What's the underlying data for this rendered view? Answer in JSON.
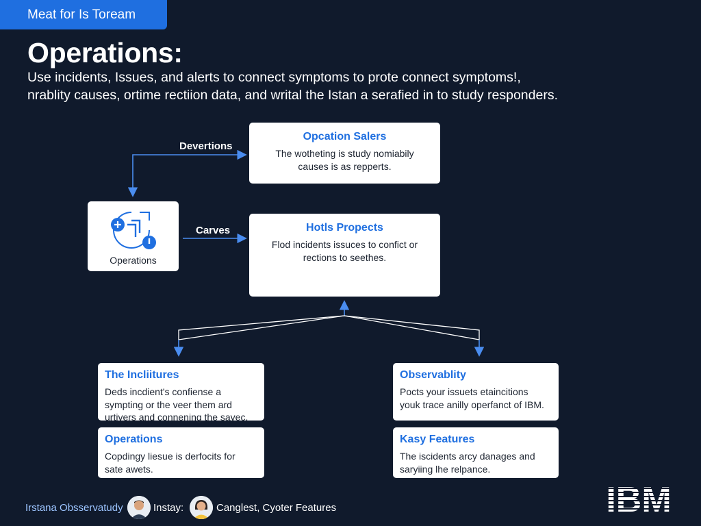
{
  "header": {
    "tag": "Meat for Is Toream",
    "title": "Operations:",
    "subtitle_line1": "Use incidents, Issues, and alerts to connect symptoms to prote connect symptoms!,",
    "subtitle_line2": "nrablity causes, ortime rectiion data, and writal the Istan a serafied in to study responders."
  },
  "diagram": {
    "source_node": {
      "label": "Operations",
      "icon": "operations-icon"
    },
    "edge_labels": {
      "top": "Devertions",
      "middle": "Carves"
    },
    "cards": {
      "top_right": {
        "title": "Opcation Salers",
        "line1": "The wotheting is study nomiabily",
        "line2": "causes is as repperts."
      },
      "mid_right": {
        "title": "Hotls Propects",
        "line1": "Flod incidents issuces to confict or",
        "line2": "rections to seethes."
      },
      "bottom_left_1": {
        "title": "The Incliitures",
        "line1": "Deds incdient's confiense a",
        "line2": "sympting or the veer them ard",
        "line3": "urtivers and connening the savec."
      },
      "bottom_left_2": {
        "title": "Operations",
        "line1": "Copdingy liesue is derfocits for",
        "line2": "sate awets."
      },
      "bottom_right_1": {
        "title": "Observablity",
        "line1": "Pocts your issuets etaincitions",
        "line2": "youk trace anilly operfanct of IBM."
      },
      "bottom_right_2": {
        "title": "Kasy Features",
        "line1": "The iscidents arcy danages and",
        "line2": "saryiing lhe relpance."
      }
    }
  },
  "footer": {
    "brand": "Irstana Obsservatudy",
    "label1": "Instay:",
    "label2": "Canglest, Cyoter Features",
    "logo": "IBM"
  },
  "colors": {
    "background": "#101a2c",
    "accent": "#1f6fe0",
    "connector": "#4a8df0"
  }
}
